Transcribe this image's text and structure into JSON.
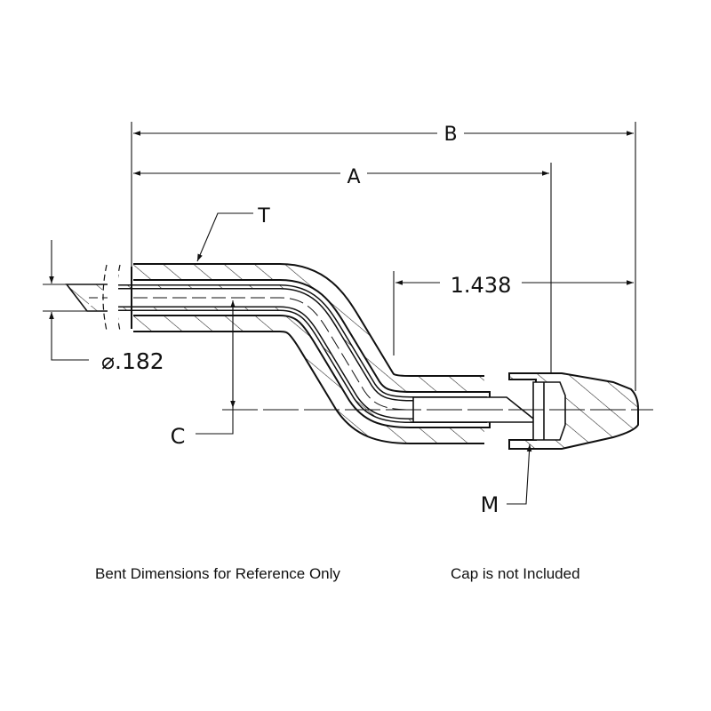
{
  "drawing": {
    "dimensions": {
      "b_label": "B",
      "a_label": "A",
      "length_label": "1.438",
      "t_label": "T",
      "diameter_label": "⌀.182",
      "c_label": "C",
      "m_label": "M"
    },
    "notes": {
      "bent": "Bent Dimensions for Reference Only",
      "cap": "Cap is not Included"
    },
    "line_color": "#111111"
  }
}
